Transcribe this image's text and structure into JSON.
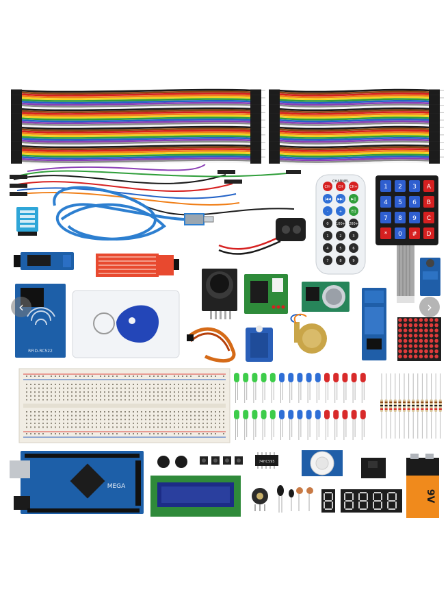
{
  "image": {
    "description_free": true
  },
  "nav": {
    "prev_icon": "chevron-left-icon",
    "next_icon": "chevron-right-icon",
    "prev_glyph": "‹",
    "next_glyph": "›"
  },
  "labels": {
    "rfid_chip": "RFID-RC522",
    "mega": "MEGA",
    "remote_top": "CHANNEL",
    "remote_keys": [
      "CH-",
      "CH",
      "CH+",
      "|◀◀",
      "▶▶|",
      "▶||",
      "-",
      "+",
      "EQ",
      "0",
      "100+",
      "200+",
      "1",
      "2",
      "3",
      "4",
      "5",
      "6",
      "7",
      "8",
      "9"
    ],
    "keypad_keys": [
      "1",
      "2",
      "3",
      "A",
      "4",
      "5",
      "6",
      "B",
      "7",
      "8",
      "9",
      "C",
      "*",
      "0",
      "#",
      "D"
    ],
    "battery": "9V",
    "ic_chip": "74HC595"
  },
  "colors": {
    "wire": [
      "#1a1a1a",
      "#8b4513",
      "#d62020",
      "#f07f18",
      "#f2d21b",
      "#2f9e3a",
      "#2463c7",
      "#8a3fb5",
      "#8c8c8c",
      "#f5f5f5"
    ],
    "board_blue": "#1d5fa8",
    "breadboard": "#f1ede4",
    "led_green": "#3dcc4a",
    "led_blue": "#2f6fd6",
    "led_red": "#d82a2a",
    "battery_orange": "#f08a1c"
  }
}
